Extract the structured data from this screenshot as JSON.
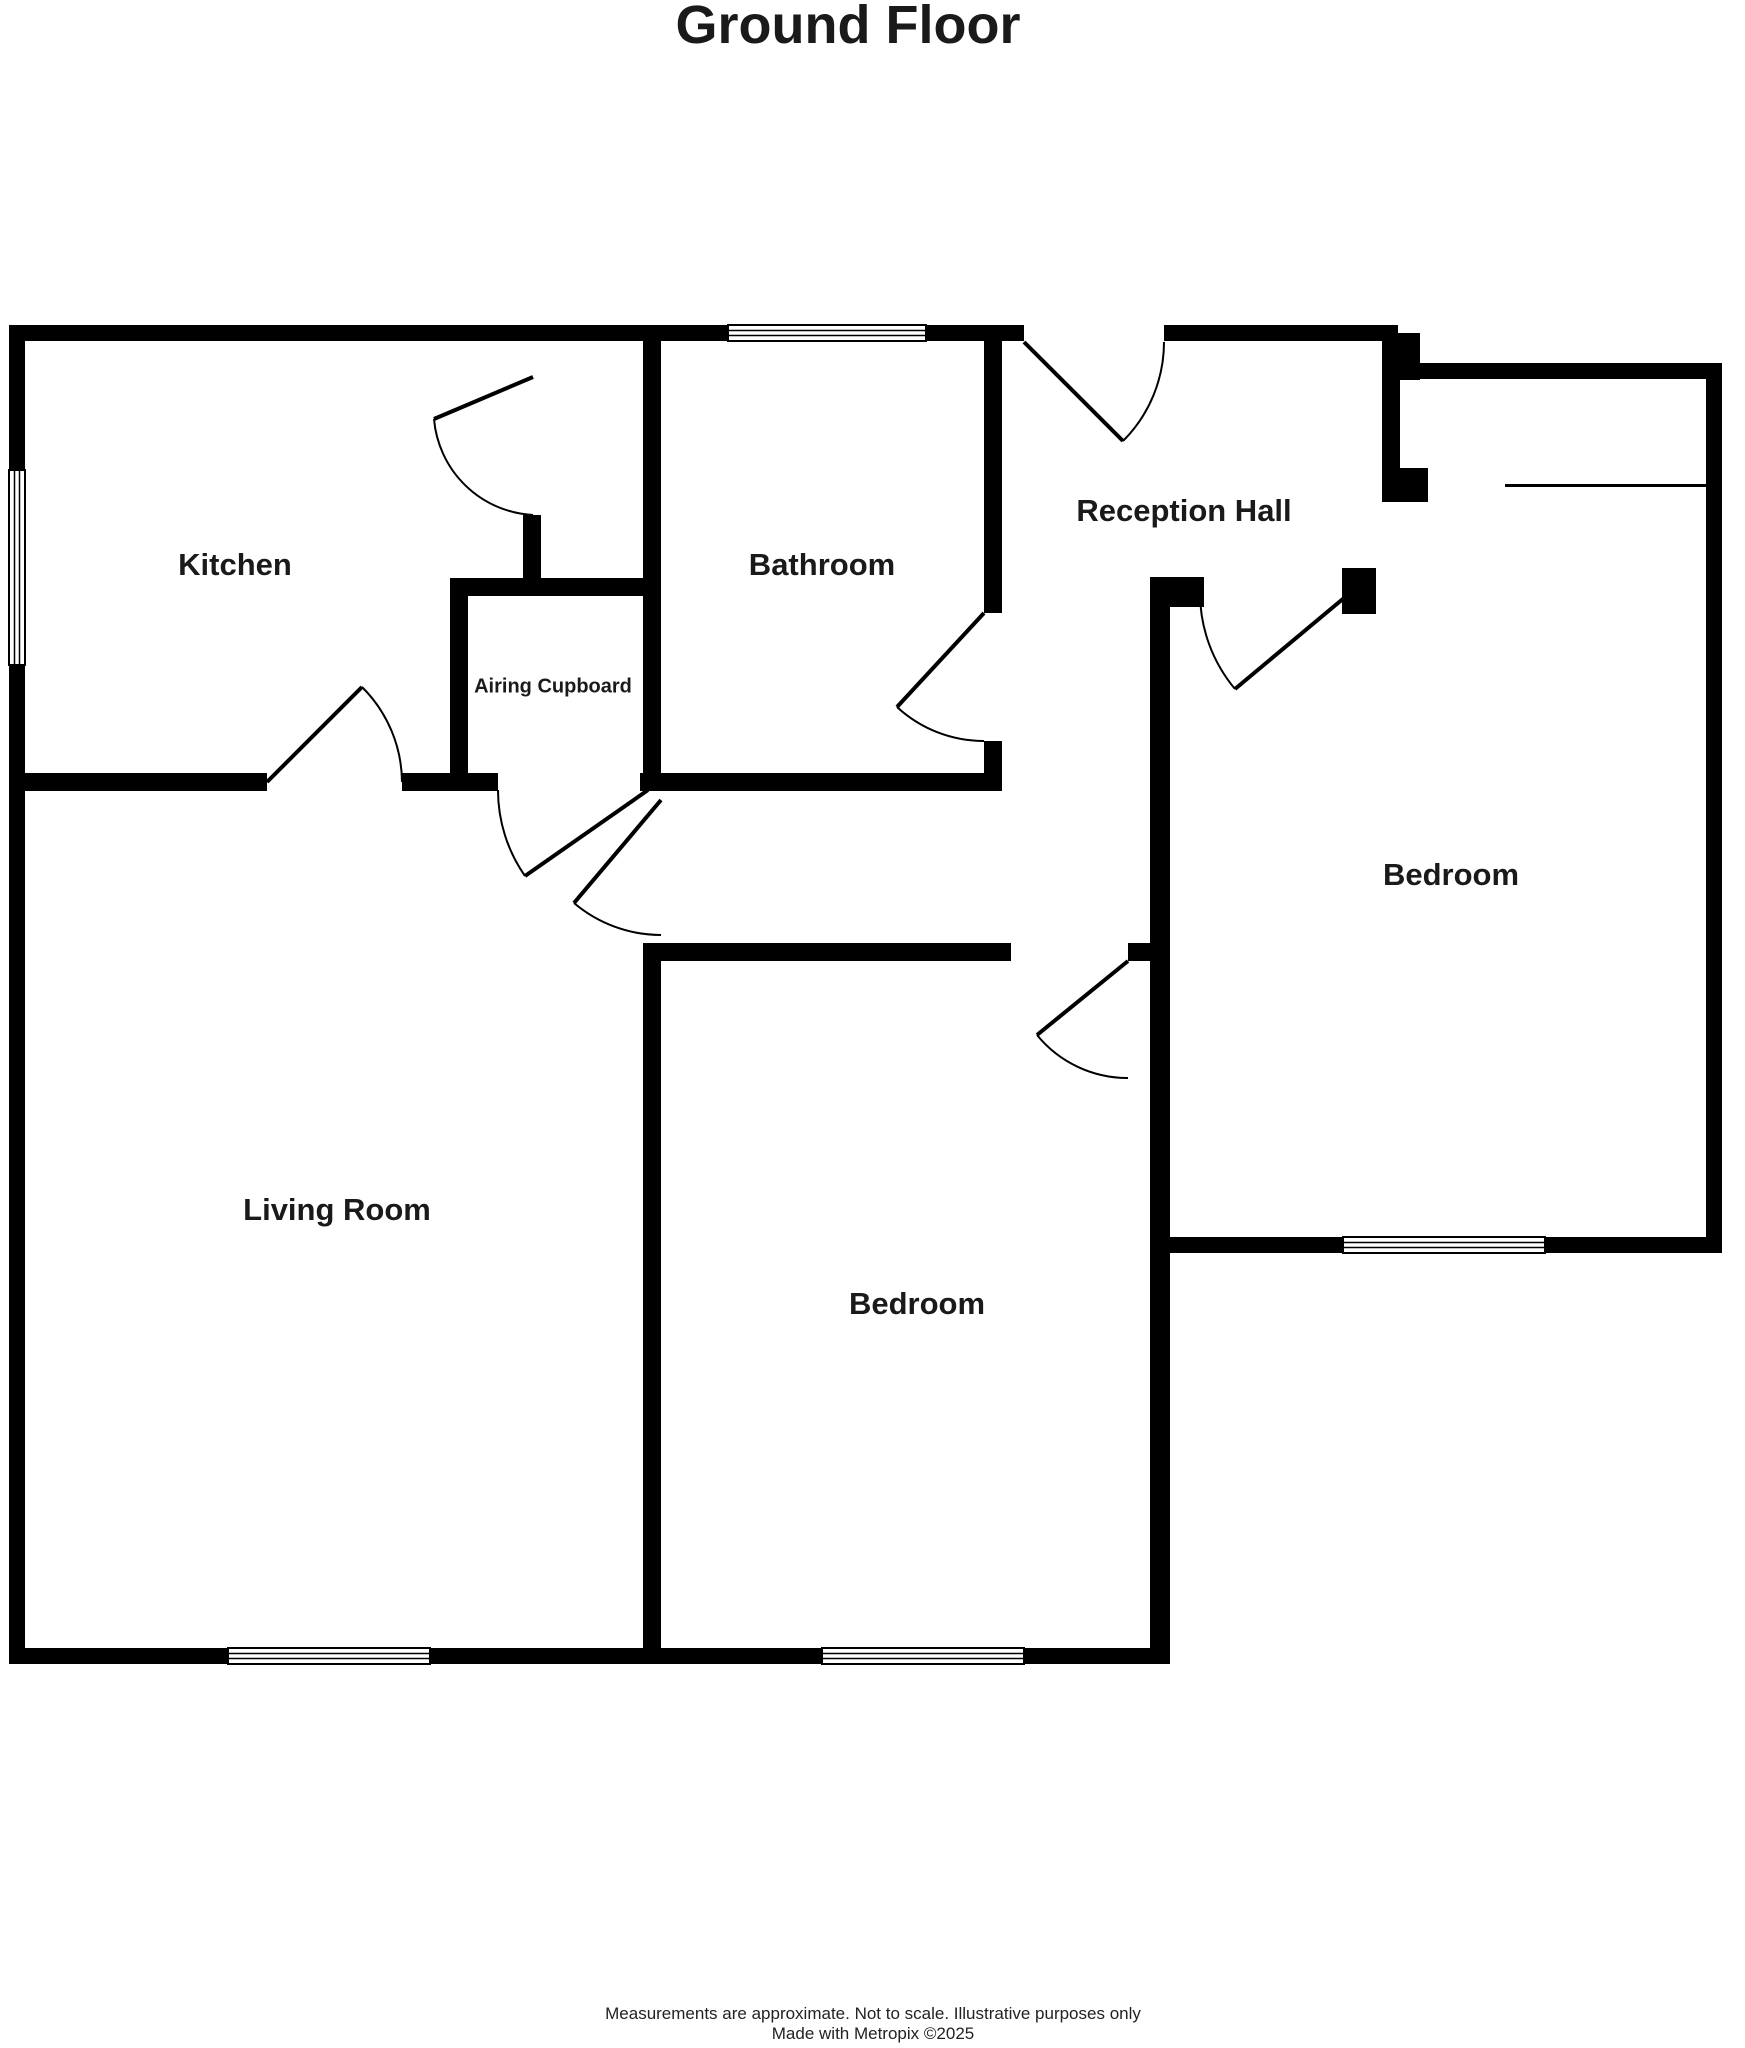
{
  "title": "Ground Floor",
  "rooms": {
    "kitchen": {
      "label": "Kitchen"
    },
    "bathroom": {
      "label": "Bathroom"
    },
    "reception_hall": {
      "label": "Reception Hall"
    },
    "bedroom_right": {
      "label": "Bedroom"
    },
    "airing_cupboard": {
      "label": "Airing Cupboard"
    },
    "living_room": {
      "label": "Living Room"
    },
    "bedroom_center": {
      "label": "Bedroom"
    }
  },
  "footer": {
    "line1": "Measurements are approximate.  Not to scale.  Illustrative purposes only",
    "line2": "Made with Metropix ©2025"
  },
  "colors": {
    "walls": "#000000",
    "background": "#ffffff",
    "text": "#1a1a1a"
  }
}
